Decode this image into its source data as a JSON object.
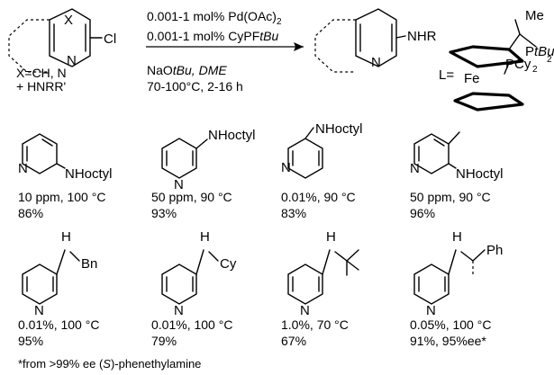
{
  "scheme": {
    "reactant": {
      "x_label": "X",
      "n_label": "N",
      "cl_label": "Cl",
      "x_def": "X=CH, N",
      "amine": "+ HNRR'"
    },
    "conditions": {
      "line1": "0.001-1 mol% Pd(OAc)",
      "line1_sub": "2",
      "line2": "0.001-1 mol% CyPF",
      "line2_tail": "tBu",
      "line3": "NaO",
      "line3_tail": "tBu, DME",
      "line4": "70-100°C, 2-16 h"
    },
    "product": {
      "n_label": "N",
      "nhr_label": "NHR"
    },
    "ligand": {
      "l_label": "L=",
      "fe_label": "Fe",
      "me_label": "Me",
      "ptbu_label": "P",
      "ptbu_tail": "tBu",
      "ptbu_sub": "2",
      "pcy_label": "PCy",
      "pcy_sub": "2"
    }
  },
  "examples": [
    {
      "substituent": "NHoctyl",
      "loading": "10 ppm, 100 °C",
      "yield": "86%"
    },
    {
      "substituent": "NHoctyl",
      "loading": "50 ppm, 90 °C",
      "yield": "93%"
    },
    {
      "substituent": "NHoctyl",
      "loading": "0.01%, 90 °C",
      "yield": "83%"
    },
    {
      "substituent": "NHoctyl",
      "loading": "50 ppm, 90 °C",
      "yield": "96%"
    },
    {
      "substituent": "Bn",
      "loading": "0.01%, 100 °C",
      "yield": "95%"
    },
    {
      "substituent": "Cy",
      "loading": "0.01%, 100 °C",
      "yield": "79%"
    },
    {
      "substituent": "",
      "loading": "1.0%, 70 °C",
      "yield": "67%"
    },
    {
      "substituent": "Ph",
      "loading": "0.05%, 100 °C",
      "yield": "91%, 95%ee*"
    }
  ],
  "ring_labels": {
    "n": "N",
    "h": "H"
  },
  "footnote": {
    "pre": "*from >99% ee (",
    "stereo": "S",
    "post": ")-phenethylamine"
  }
}
